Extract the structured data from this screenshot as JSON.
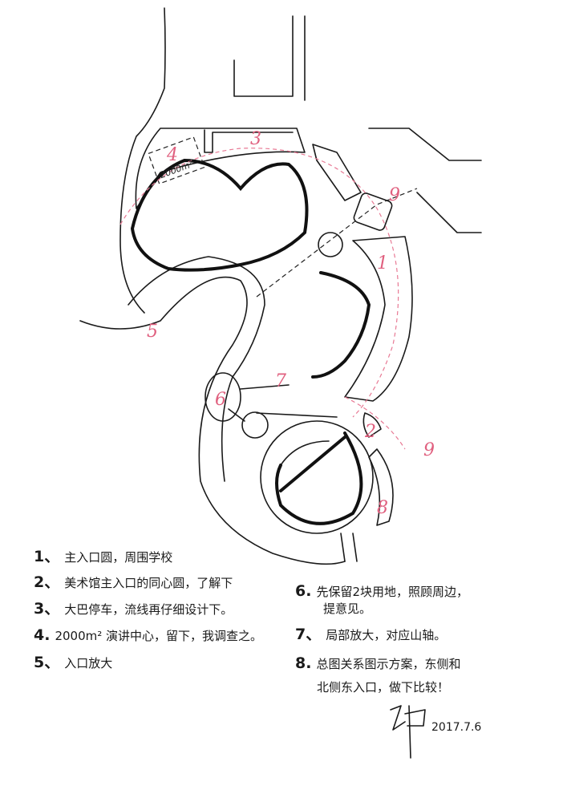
{
  "plan": {
    "zone_numbers": [
      "1",
      "2",
      "3",
      "4",
      "5",
      "6",
      "7",
      "8",
      "9",
      "9"
    ],
    "area_label": "2000m²"
  },
  "notes_left": [
    {
      "n": "1、",
      "text": "主入口圆，周围学校"
    },
    {
      "n": "2、",
      "text": "美术馆主入口的同心圆，了解下"
    },
    {
      "n": "3、",
      "text": "大巴停车，流线再仔细设计下。"
    },
    {
      "n": "4.",
      "text": "2000m² 演讲中心，留下，我调查之。"
    },
    {
      "n": "5、",
      "text": "入口放大"
    }
  ],
  "notes_right": [
    {
      "n": "6.",
      "text": "先保留2块用地，照顾周边，",
      "cont": "提意见。"
    },
    {
      "n": "7、",
      "text": "局部放大，对应山轴。"
    },
    {
      "n": "8.",
      "text": "总图关系图示方案，东侧和",
      "cont": "北侧东入口，做下比较！"
    }
  ],
  "signature": {
    "date": "2017.7.6"
  },
  "colors": {
    "ink": "#1a1a1a",
    "marker": "#e0607f"
  }
}
